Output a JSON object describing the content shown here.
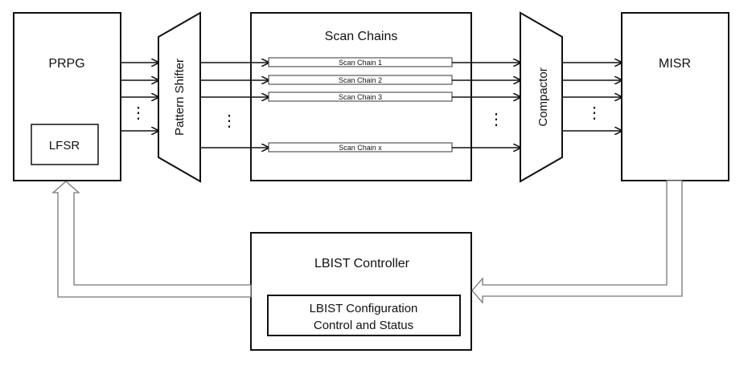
{
  "blocks": {
    "prpg": "PRPG",
    "lfsr": "LFSR",
    "pattern_shifter": "Pattern Shifter",
    "scan_chains": "Scan Chains",
    "compactor": "Compactor",
    "misr": "MISR",
    "lbist_controller": "LBIST Controller",
    "config_line1": "LBIST Configuration",
    "config_line2": "Control and Status"
  },
  "chains": [
    "Scan Chain 1",
    "Scan Chain 2",
    "Scan Chain 3",
    "Scan Chain x"
  ],
  "ellipsis": "⋮"
}
